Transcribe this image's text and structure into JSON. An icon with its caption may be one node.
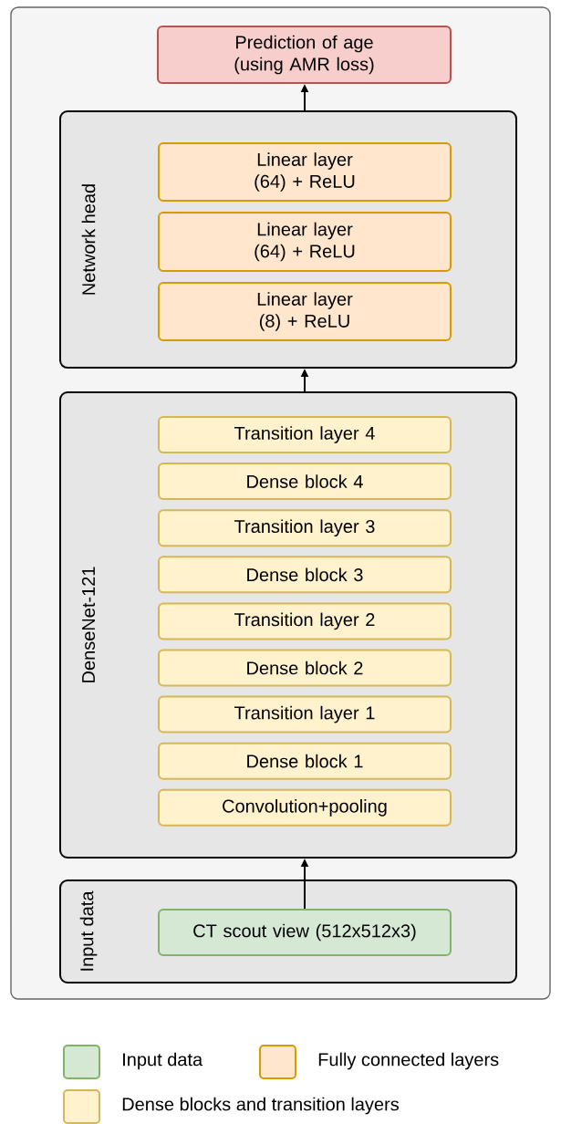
{
  "diagram": {
    "nodes": [
      {
        "text": [],
        "shape": "box"
      },
      {
        "text": [
          "Prediction of age (using AMR loss)"
        ],
        "in": 0
      },
      {
        "text": [
          "Network head"
        ],
        "in": 0
      },
      {
        "text": [
          "Linear layer (64) + ReLU"
        ],
        "in": 2
      },
      {
        "text": [
          "Linear layer (64) + ReLU"
        ],
        "in": 2
      },
      {
        "text": [
          "Linear layer (8) + ReLU"
        ],
        "in": 2
      },
      {
        "text": [
          "DenseNet-121"
        ],
        "in": 0
      },
      {
        "text": [
          "Transition layer 4"
        ],
        "in": 6
      },
      {
        "text": [
          "Dense block 4"
        ],
        "in": 6
      },
      {
        "text": [
          "Transition layer 3"
        ],
        "in": 6
      },
      {
        "text": [
          "Dense block 3"
        ],
        "in": 6
      },
      {
        "text": [
          "Transition layer 2"
        ],
        "in": 6
      },
      {
        "text": [
          "Dense block 2"
        ],
        "in": 6
      },
      {
        "text": [
          "Transition layer 1"
        ],
        "in": 6
      },
      {
        "text": [
          "Dense block 1"
        ],
        "in": 6
      },
      {
        "text": [
          "Convolution+pooling"
        ],
        "in": 6
      },
      {
        "text": [
          "Input data"
        ],
        "in": 0
      },
      {
        "text": [
          "CT scout view (512x512x3)"
        ],
        "in": 16
      }
    ],
    "edges": [
      {
        "from": 2,
        "to": 1,
        "arrow": "to"
      },
      {
        "from": 6,
        "to": 2,
        "arrow": "to"
      },
      {
        "from": 17,
        "to": 6,
        "arrow": "to"
      }
    ],
    "legend": [
      {
        "text": "Input data",
        "color": "#d5e8d4"
      },
      {
        "text": "Fully connected layers",
        "color": "#ffe6cc"
      },
      {
        "text": "Dense blocks and transition layers",
        "color": "#fff2cc"
      }
    ]
  }
}
